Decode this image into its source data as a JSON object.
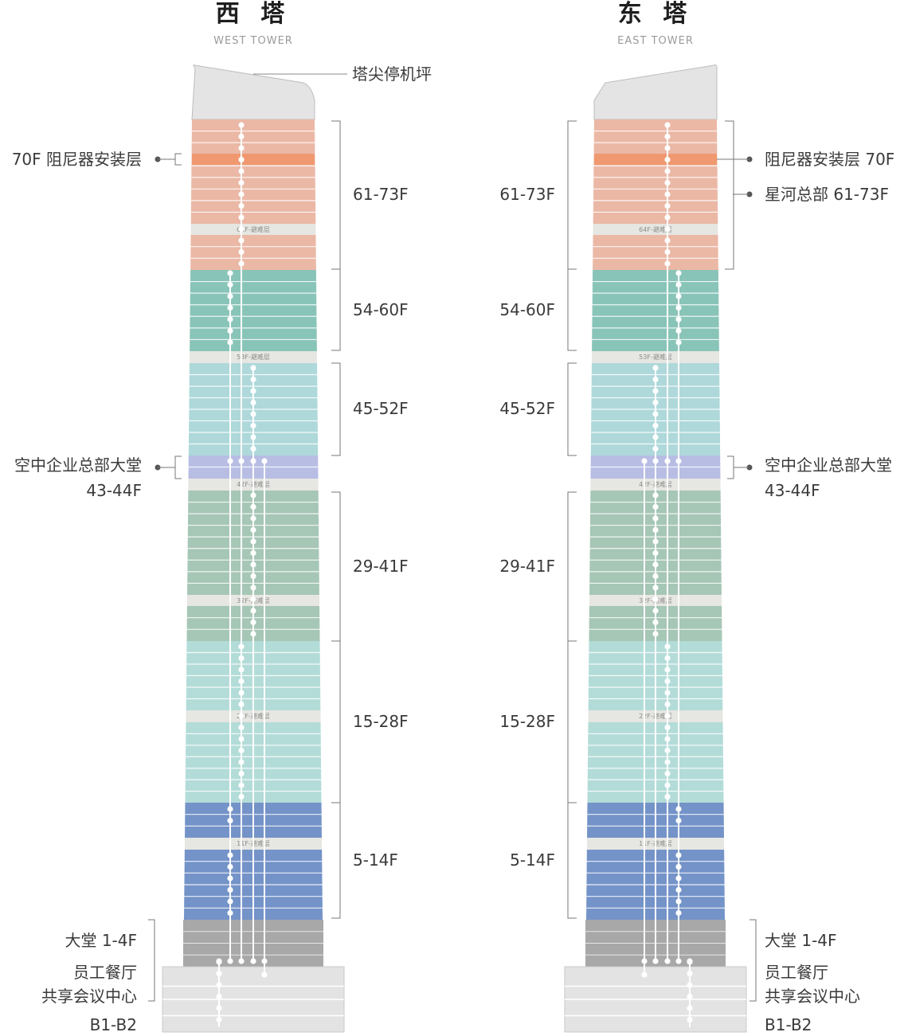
{
  "towers": {
    "west": {
      "title": "西 塔",
      "subtitle": "WEST  TOWER",
      "spire_label": "塔尖停机坪",
      "damper_label": "70F  阻尼器安装层",
      "sky_lobby_label_1": "空中企业总部大堂",
      "sky_lobby_label_2": "43-44F",
      "lobby_label": "大堂 1-4F",
      "canteen_label_1": "员工餐厅",
      "canteen_label_2": "共享会议中心",
      "basement_label": "B1-B2"
    },
    "east": {
      "title": "东 塔",
      "subtitle": "EAST  TOWER",
      "damper_label": "阻尼器安装层  70F",
      "hq_label": "星河总部  61-73F",
      "sky_lobby_label_1": "空中企业总部大堂",
      "sky_lobby_label_2": "43-44F",
      "lobby_label": "大堂 1-4F",
      "canteen_label_1": "员工餐厅",
      "canteen_label_2": "共享会议中心",
      "basement_label": "B1-B2"
    }
  },
  "zones": [
    {
      "range": "61-73F",
      "color": "#ebb8a6"
    },
    {
      "range": "54-60F",
      "color": "#89c4b8"
    },
    {
      "range": "45-52F",
      "color": "#aed8da"
    },
    {
      "range": "29-41F",
      "color": "#a6c6b6"
    },
    {
      "range": "15-28F",
      "color": "#b3dcd8"
    },
    {
      "range": "5-14F",
      "color": "#7493c8"
    }
  ],
  "colors": {
    "damper": "#f09870",
    "sky_lobby": "#b7bde3",
    "refuge": "#e6e6e2",
    "lobby": "#a8a8a8",
    "podium": "#e3e3e3",
    "spire": "#e4e4e4",
    "elevator": "#ffffff"
  },
  "refuge_floors": [
    "64F-避难层",
    "53F-避难层",
    "42F-避难层",
    "32F-避难层",
    "22F-避难层",
    "11F-避难层"
  ]
}
